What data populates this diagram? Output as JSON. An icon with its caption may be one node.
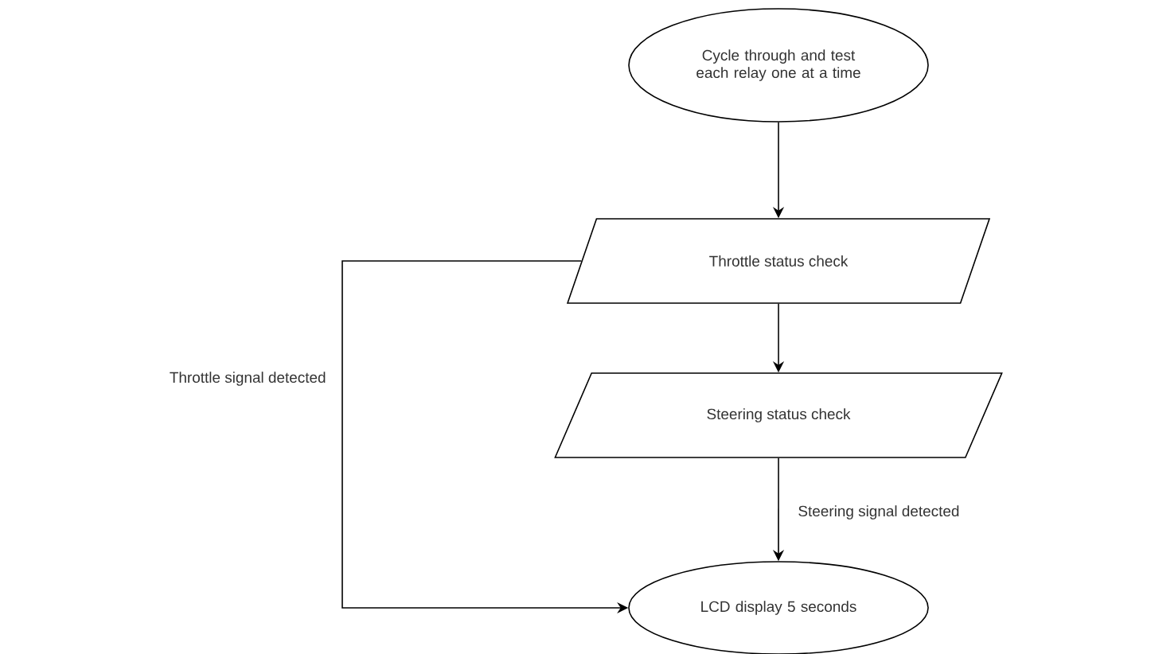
{
  "diagram": {
    "nodes": [
      {
        "text": [
          "Cycle through and test each relay one at a time"
        ]
      },
      {
        "text": [
          "Throttle status check"
        ]
      },
      {
        "text": [
          "Steering status check"
        ]
      },
      {
        "text": [
          "LCD display 5 seconds"
        ]
      }
    ],
    "edges": [
      {
        "from": 0,
        "to": 1,
        "arrow": "to"
      },
      {
        "from": 1,
        "to": 2,
        "arrow": "to"
      },
      {
        "from": 2,
        "to": 3,
        "label": "Steering signal detected",
        "arrow": "to"
      },
      {
        "from": 1,
        "to": 3,
        "label": "Throttle signal detected",
        "arrow": "to"
      }
    ]
  }
}
